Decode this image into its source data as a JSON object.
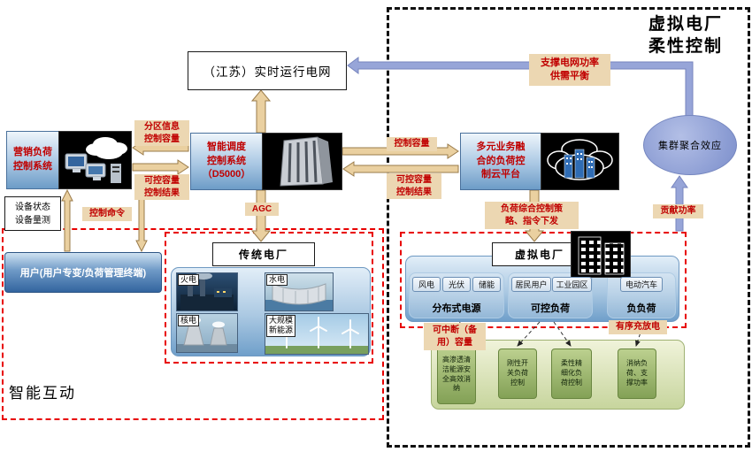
{
  "region": {
    "vpp_title": "虚拟电厂\n柔性控制",
    "smart_interaction": "智能互动"
  },
  "nodes": {
    "grid": "（江苏）实时运行电网",
    "marketing": "营销负荷\n控制系统",
    "dispatch": "智能调度\n控制系统\n（D5000）",
    "cloud_platform": "多元业务融\n合的负荷控\n制云平台",
    "cluster_effect": "集群聚合效应",
    "user": "用户(用户专变/负荷管理终端)",
    "device_status": "设备状态\n设备量测",
    "traditional_plant_title": "传统电厂",
    "virtual_plant_title": "虚拟电厂"
  },
  "labels": {
    "support_balance": "支撑电网功率\n供需平衡",
    "partition_info": "分区信息\n控制容量",
    "ctrl_result_left": "可控容量\n控制结果",
    "control_capacity": "控制容量",
    "ctrl_result_right": "可控容量\n控制结果",
    "agc": "AGC",
    "control_command": "控制命令",
    "load_strategy": "负荷综合控制策\n略、指令下发",
    "contribution_power": "贡献功率",
    "interruptible_capacity": "可中断（备\n用）容量",
    "orderly_charging": "有序充放电"
  },
  "traditional": {
    "plants": [
      {
        "label": "火电"
      },
      {
        "label": "水电"
      },
      {
        "label": "核电"
      },
      {
        "label": "大规模\n新能源"
      }
    ]
  },
  "vpp": {
    "groups": [
      {
        "label": "分布式电源",
        "items": [
          "风电",
          "光伏",
          "储能"
        ]
      },
      {
        "label": "可控负荷",
        "items": [
          "居民用户",
          "工业园区"
        ]
      },
      {
        "label": "负负荷",
        "items": [
          "电动汽车"
        ]
      }
    ],
    "functions": [
      "高渗透清\n洁能源安\n全高效消\n纳",
      "刚性开\n关负荷\n控制",
      "柔性精\n细化负\n荷控制",
      "消纳负\n荷、支\n撑功率"
    ]
  }
}
